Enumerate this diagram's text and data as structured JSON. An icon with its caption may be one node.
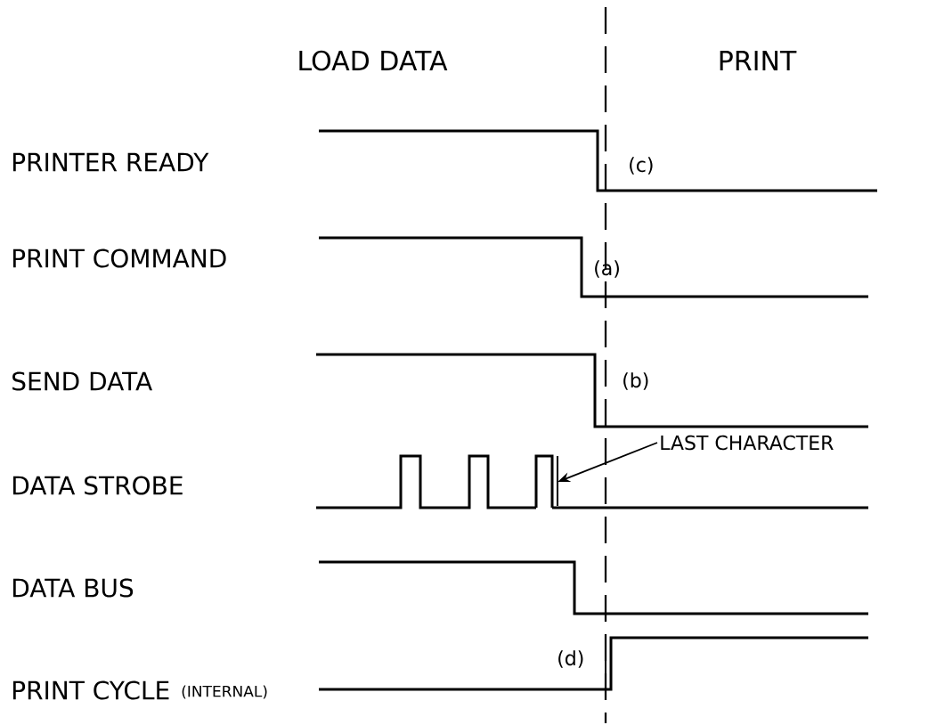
{
  "diagram": {
    "nodes": [
      {
        "text": [
          "LAST CHARACTER"
        ]
      },
      {
        "text": [],
        "shape": "pulse"
      }
    ],
    "edges": [
      {
        "from": 0,
        "to": 1,
        "arrow": "to"
      }
    ],
    "labels": [
      "LOAD DATA",
      "PRINT",
      "PRINTER READY",
      "(c)",
      "PRINT COMMAND",
      "(a)",
      "SEND DATA",
      "(b)",
      "DATA STROBE",
      "DATA BUS",
      "PRINT CYCLE",
      "(INTERNAL)",
      "(d)"
    ]
  }
}
